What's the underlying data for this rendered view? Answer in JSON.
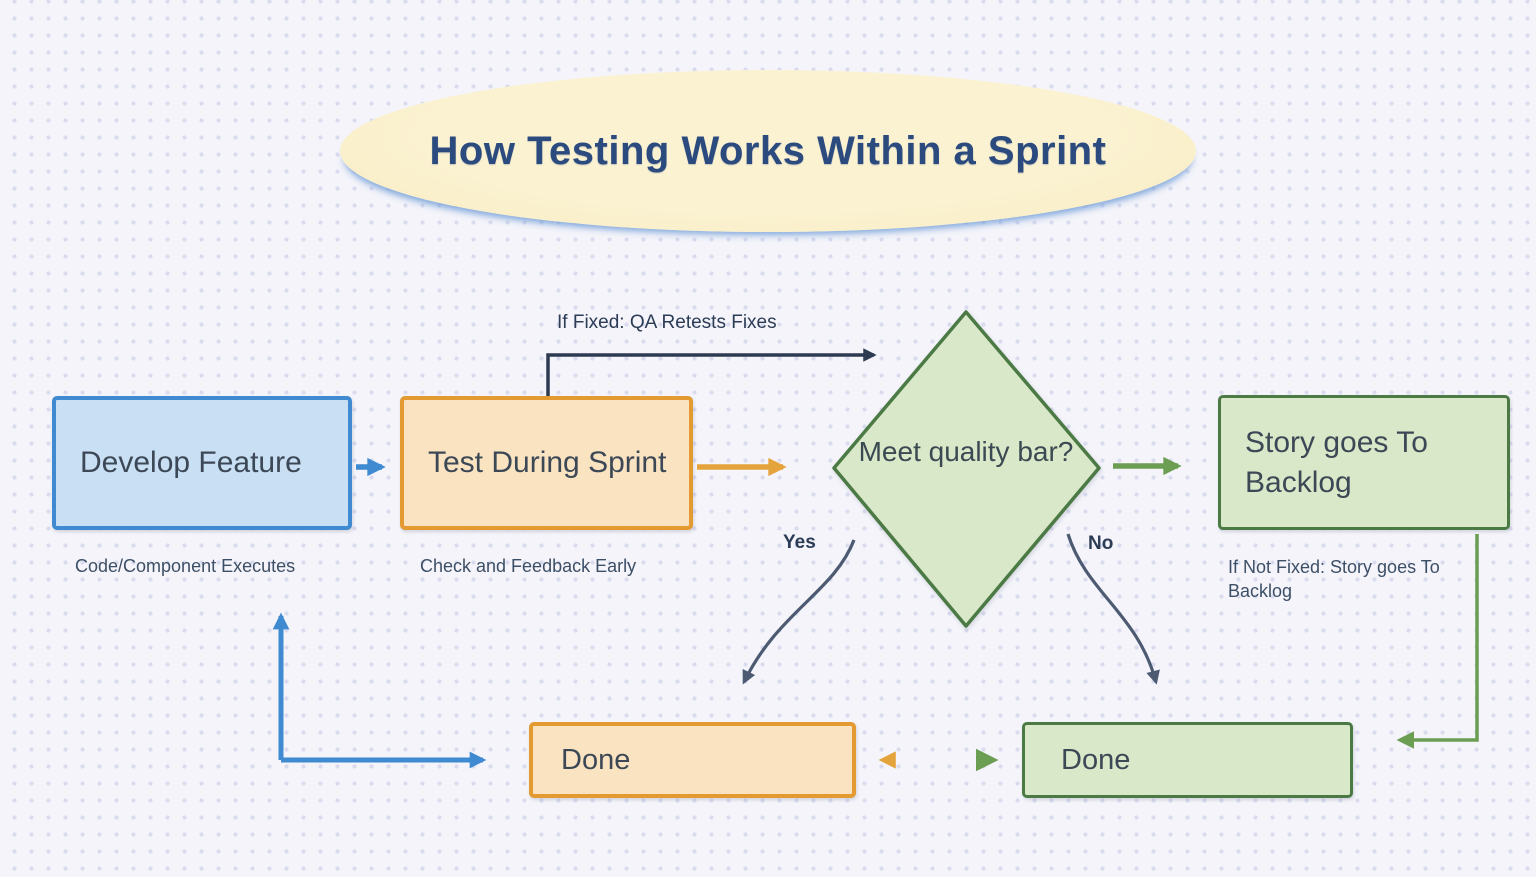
{
  "title": "How Testing Works Within a Sprint",
  "nodes": {
    "develop": {
      "label": "Develop Feature",
      "caption": "Code/Component Executes"
    },
    "test": {
      "label": "Test During Sprint",
      "caption": "Check and Feedback Early"
    },
    "decision": {
      "label": "Meet quality bar?"
    },
    "backlog": {
      "label": "Story goes To Backlog",
      "caption": "If Not Fixed: Story goes To Backlog"
    },
    "done_orange": {
      "label": "Done"
    },
    "done_green": {
      "label": "Done"
    }
  },
  "edge_labels": {
    "if_fixed": "If Fixed: QA Retests Fixes",
    "yes": "Yes",
    "no": "No"
  },
  "colors": {
    "background": "#f4f4fa",
    "dot_grid": "#d9dbee",
    "ellipse_fill": "#faefc9",
    "title_text": "#2b4a7e",
    "blue_fill": "#c9dff4",
    "blue_border": "#3f8ad0",
    "orange_fill": "#fae3c1",
    "orange_border": "#e29a31",
    "orange_arrow": "#e5a33c",
    "green_fill": "#d9e8c9",
    "green_border": "#4c7a45",
    "green_arrow": "#6b9d52",
    "dark_arrow": "#2d3a50",
    "curve_arrow": "#4c5a72",
    "node_text": "#3c4856",
    "caption_text": "#3d4f66"
  }
}
